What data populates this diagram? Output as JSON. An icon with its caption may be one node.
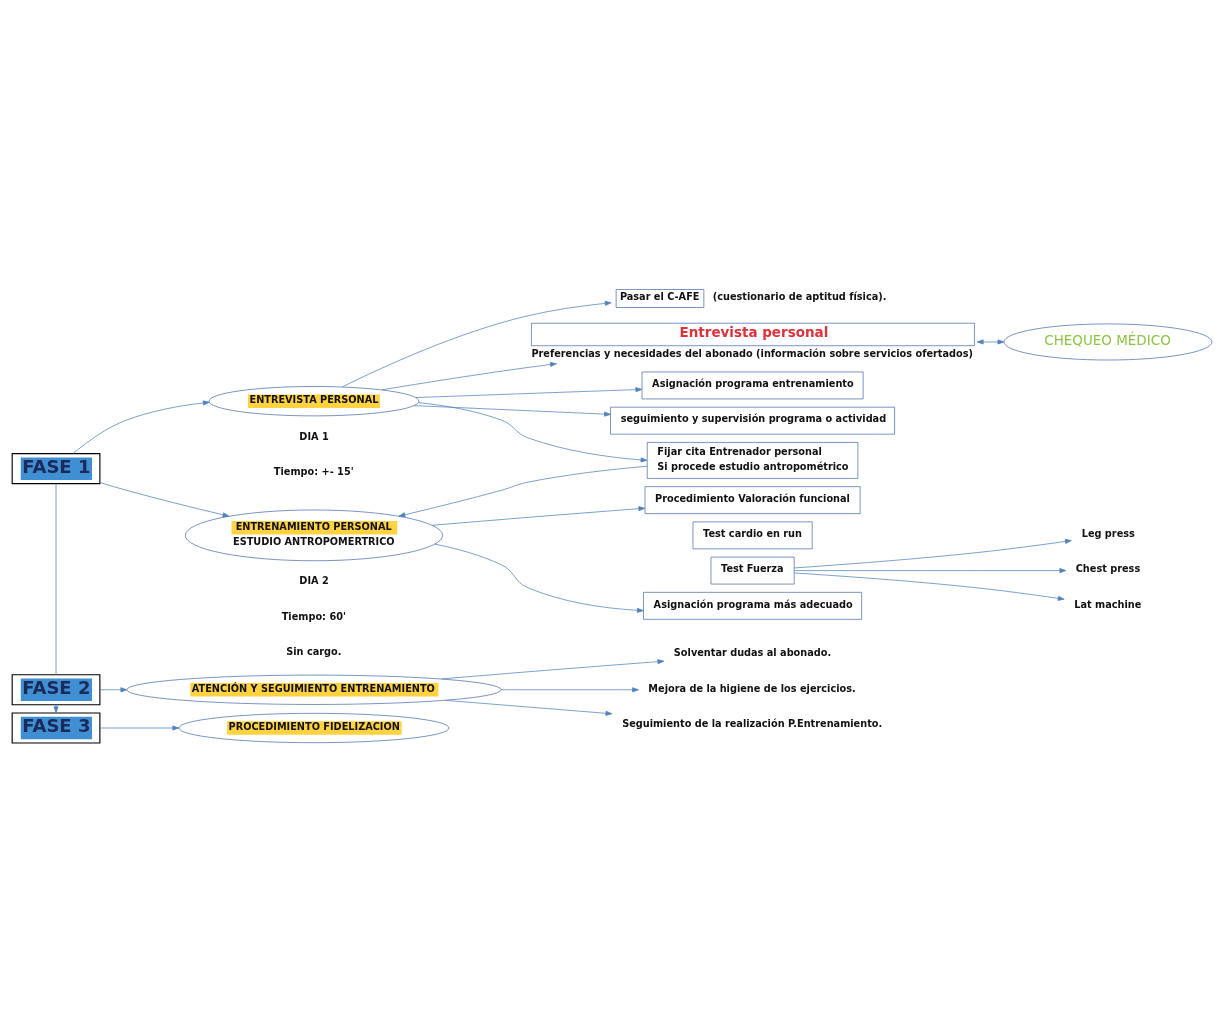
{
  "diagram": {
    "nodes": [
      {
        "text": [
          "FASE 1"
        ]
      },
      {
        "text": [
          "ENTREVISTA PERSONAL"
        ],
        "beside": [
          "DIA 1",
          "Tiempo: +- 15'"
        ]
      },
      {
        "text": [
          "Pasar el C-AFE"
        ],
        "beside": [
          "(cuestionario de aptitud física)."
        ]
      },
      {
        "text": [
          "Entrevista personal"
        ],
        "beside": [
          "Preferencias y necesidades del abonado (información sobre servicios ofertados)"
        ]
      },
      {
        "text": [
          "CHEQUEO MÉDICO"
        ]
      },
      {
        "text": [
          "Asignación programa entrenamiento"
        ]
      },
      {
        "text": [
          "seguimiento y supervisión programa o actividad"
        ]
      },
      {
        "text": [
          "Fijar cita Entrenador personal",
          "Si procede estudio antropométrico"
        ]
      },
      {
        "text": [
          "ENTRENAMIENTO PERSONAL",
          "ESTUDIO ANTROPOMERTRICO"
        ],
        "beside": [
          "DIA 2",
          "Tiempo: 60'",
          "Sin cargo."
        ]
      },
      {
        "text": [
          "Procedimiento Valoración funcional"
        ]
      },
      {
        "text": [
          "Test cardio en run"
        ]
      },
      {
        "text": [
          "Test Fuerza"
        ]
      },
      {
        "text": [
          "Leg press"
        ]
      },
      {
        "text": [
          "Chest press"
        ]
      },
      {
        "text": [
          "Lat machine"
        ]
      },
      {
        "text": [
          "Asignación programa más adecuado"
        ]
      },
      {
        "text": [
          "FASE 2"
        ]
      },
      {
        "text": [
          "ATENCIÓN Y SEGUIMIENTO ENTRENAMIENTO"
        ]
      },
      {
        "text": [
          "Solventar dudas al abonado."
        ]
      },
      {
        "text": [
          "Mejora de la higiene de los ejercicios."
        ]
      },
      {
        "text": [
          "Seguimiento de la realización P.Entrenamiento."
        ]
      },
      {
        "text": [
          "FASE 3"
        ]
      },
      {
        "text": [
          "PROCEDIMIENTO FIDELIZACION"
        ]
      }
    ],
    "edges": [
      {
        "from": 0,
        "to": 1,
        "arrow": "to"
      },
      {
        "from": 1,
        "to": 2,
        "arrow": "to"
      },
      {
        "from": 1,
        "to": 3,
        "arrow": "to"
      },
      {
        "from": 3,
        "to": 4,
        "arrow": "both"
      },
      {
        "from": 1,
        "to": 5,
        "arrow": "to"
      },
      {
        "from": 1,
        "to": 6,
        "arrow": "to"
      },
      {
        "from": 1,
        "to": 7,
        "arrow": "to"
      },
      {
        "from": 7,
        "to": 8,
        "arrow": "to"
      },
      {
        "from": 0,
        "to": 8,
        "arrow": "to"
      },
      {
        "from": 8,
        "to": 9,
        "arrow": "to"
      },
      {
        "from": 11,
        "to": 12,
        "arrow": "to"
      },
      {
        "from": 11,
        "to": 13,
        "arrow": "to"
      },
      {
        "from": 11,
        "to": 14,
        "arrow": "to"
      },
      {
        "from": 8,
        "to": 15,
        "arrow": "to"
      },
      {
        "from": 0,
        "to": 16,
        "arrow": "none"
      },
      {
        "from": 16,
        "to": 17,
        "arrow": "to"
      },
      {
        "from": 17,
        "to": 18,
        "arrow": "to"
      },
      {
        "from": 17,
        "to": 19,
        "arrow": "to"
      },
      {
        "from": 17,
        "to": 20,
        "arrow": "to"
      },
      {
        "from": 16,
        "to": 21,
        "arrow": "to"
      },
      {
        "from": 21,
        "to": 22,
        "arrow": "to"
      }
    ]
  }
}
